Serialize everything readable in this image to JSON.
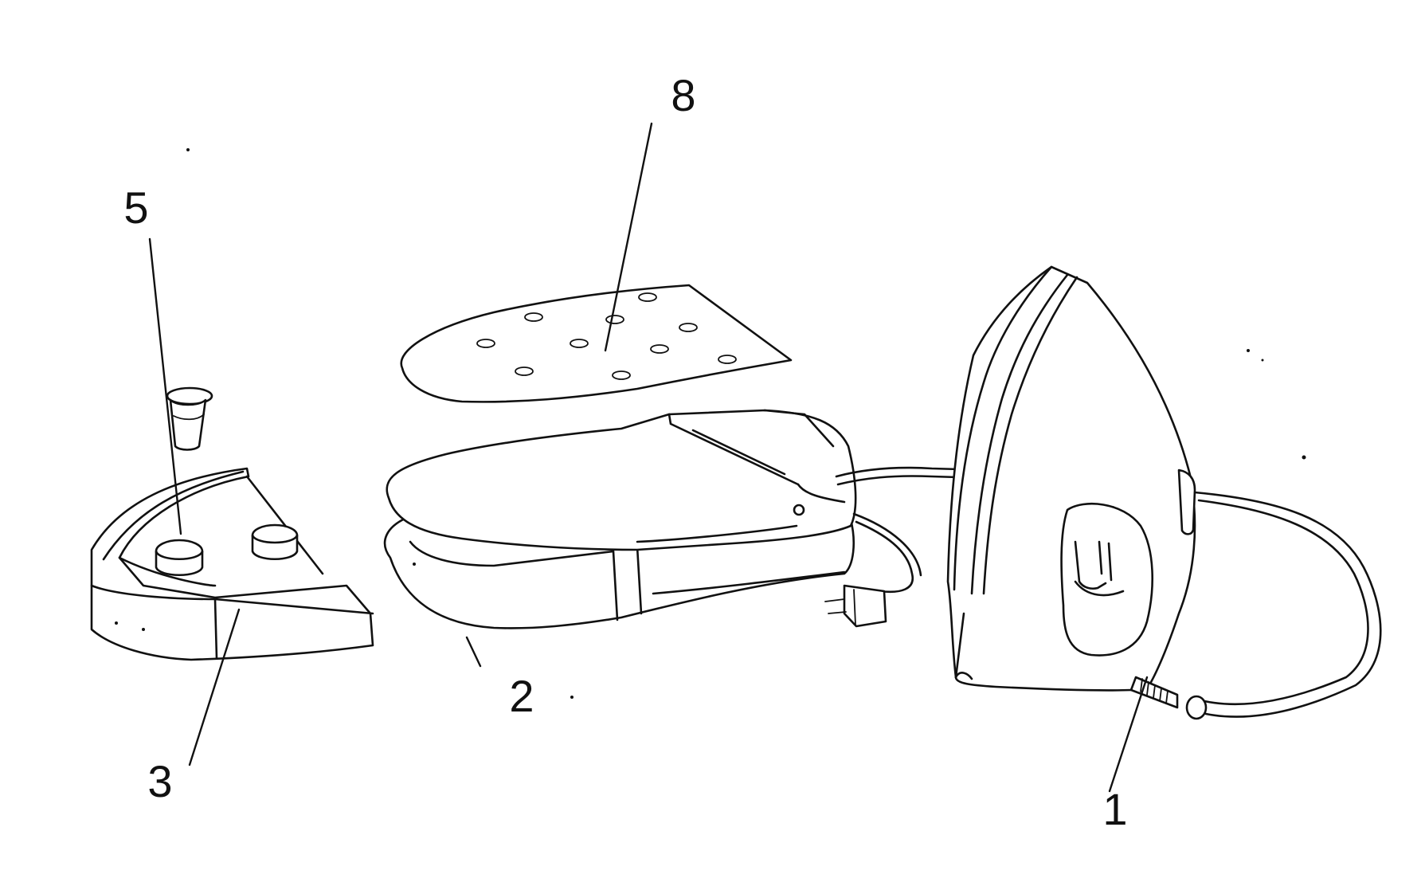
{
  "diagram": {
    "callouts": [
      {
        "id": "1",
        "text": "1"
      },
      {
        "id": "2",
        "text": "2"
      },
      {
        "id": "3",
        "text": "3"
      },
      {
        "id": "5",
        "text": "5"
      },
      {
        "id": "8",
        "text": "8"
      }
    ]
  }
}
